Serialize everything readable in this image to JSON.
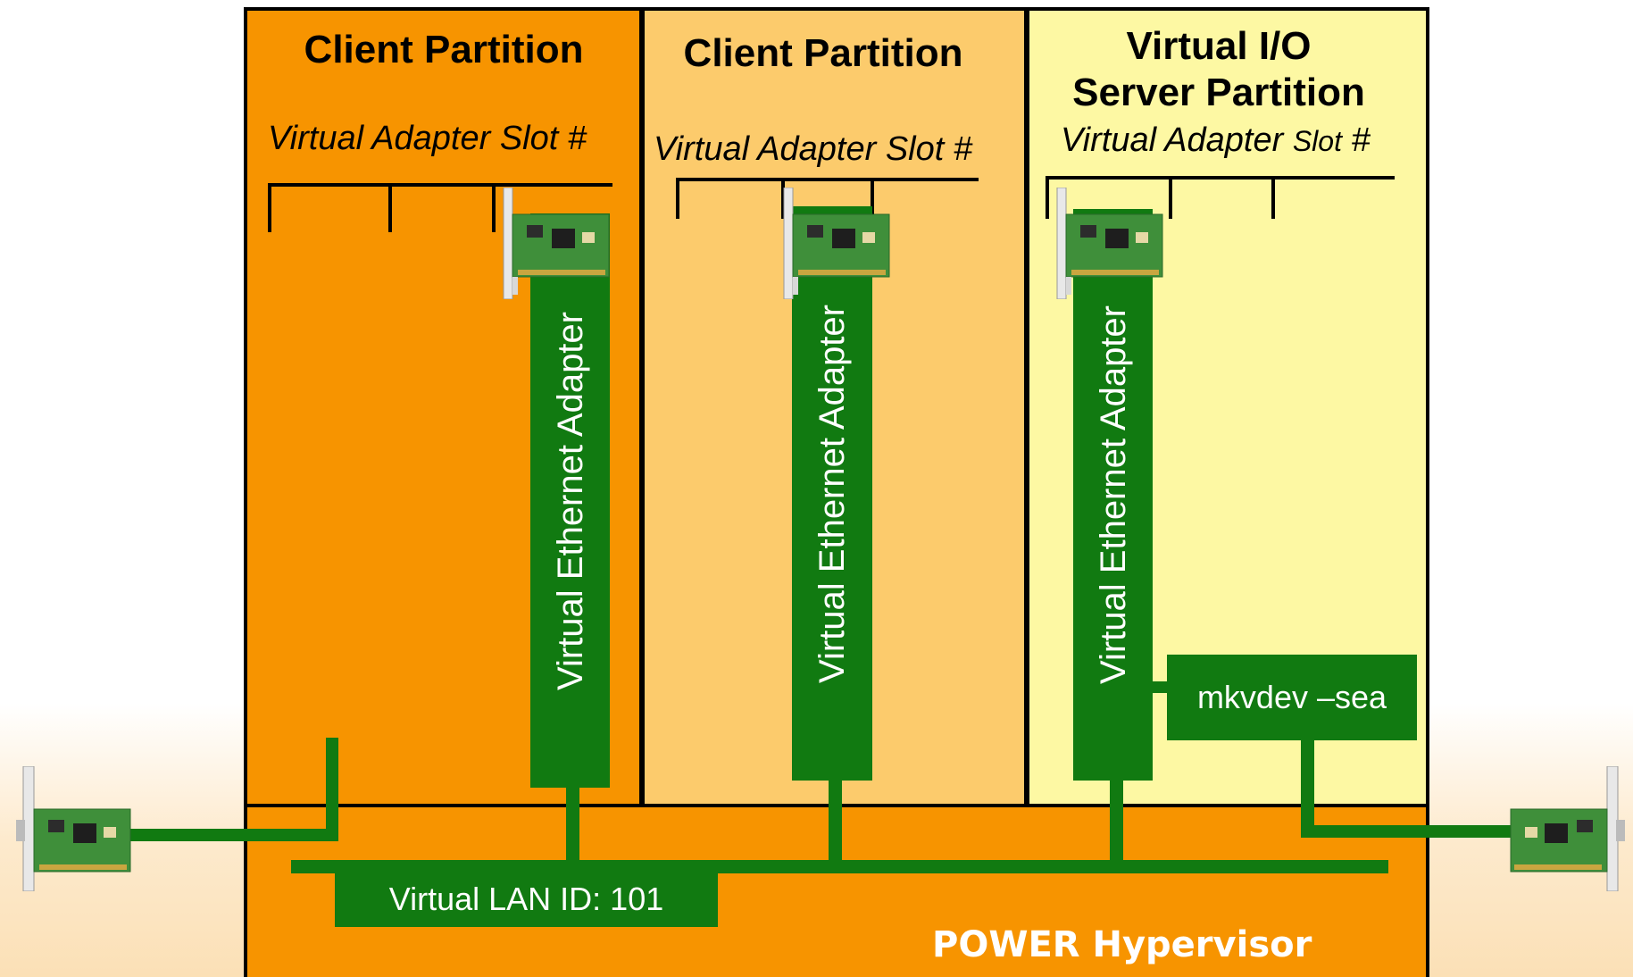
{
  "partitions": [
    {
      "title": "Client Partition",
      "subtitle": "Virtual Adapter Slot #"
    },
    {
      "title": "Client Partition",
      "subtitle": "Virtual Adapter Slot #"
    },
    {
      "title_line1": "Virtual I/O",
      "title_line2": "Server Partition",
      "subtitle_main": "Virtual Adapter ",
      "subtitle_small": "Slot",
      "subtitle_end": " #"
    }
  ],
  "adapter_label": "Virtual Ethernet Adapter",
  "sea_command": "mkvdev –sea",
  "vlan_label": "Virtual LAN ID: 101",
  "hypervisor_label": "POWER Hypervisor",
  "colors": {
    "client_partition_1": "#f79400",
    "client_partition_2": "#fccb6c",
    "vios_partition": "#fdf8a3",
    "hypervisor": "#f79400",
    "network_green": "#117a11"
  },
  "icons": [
    "network-card-icon"
  ]
}
